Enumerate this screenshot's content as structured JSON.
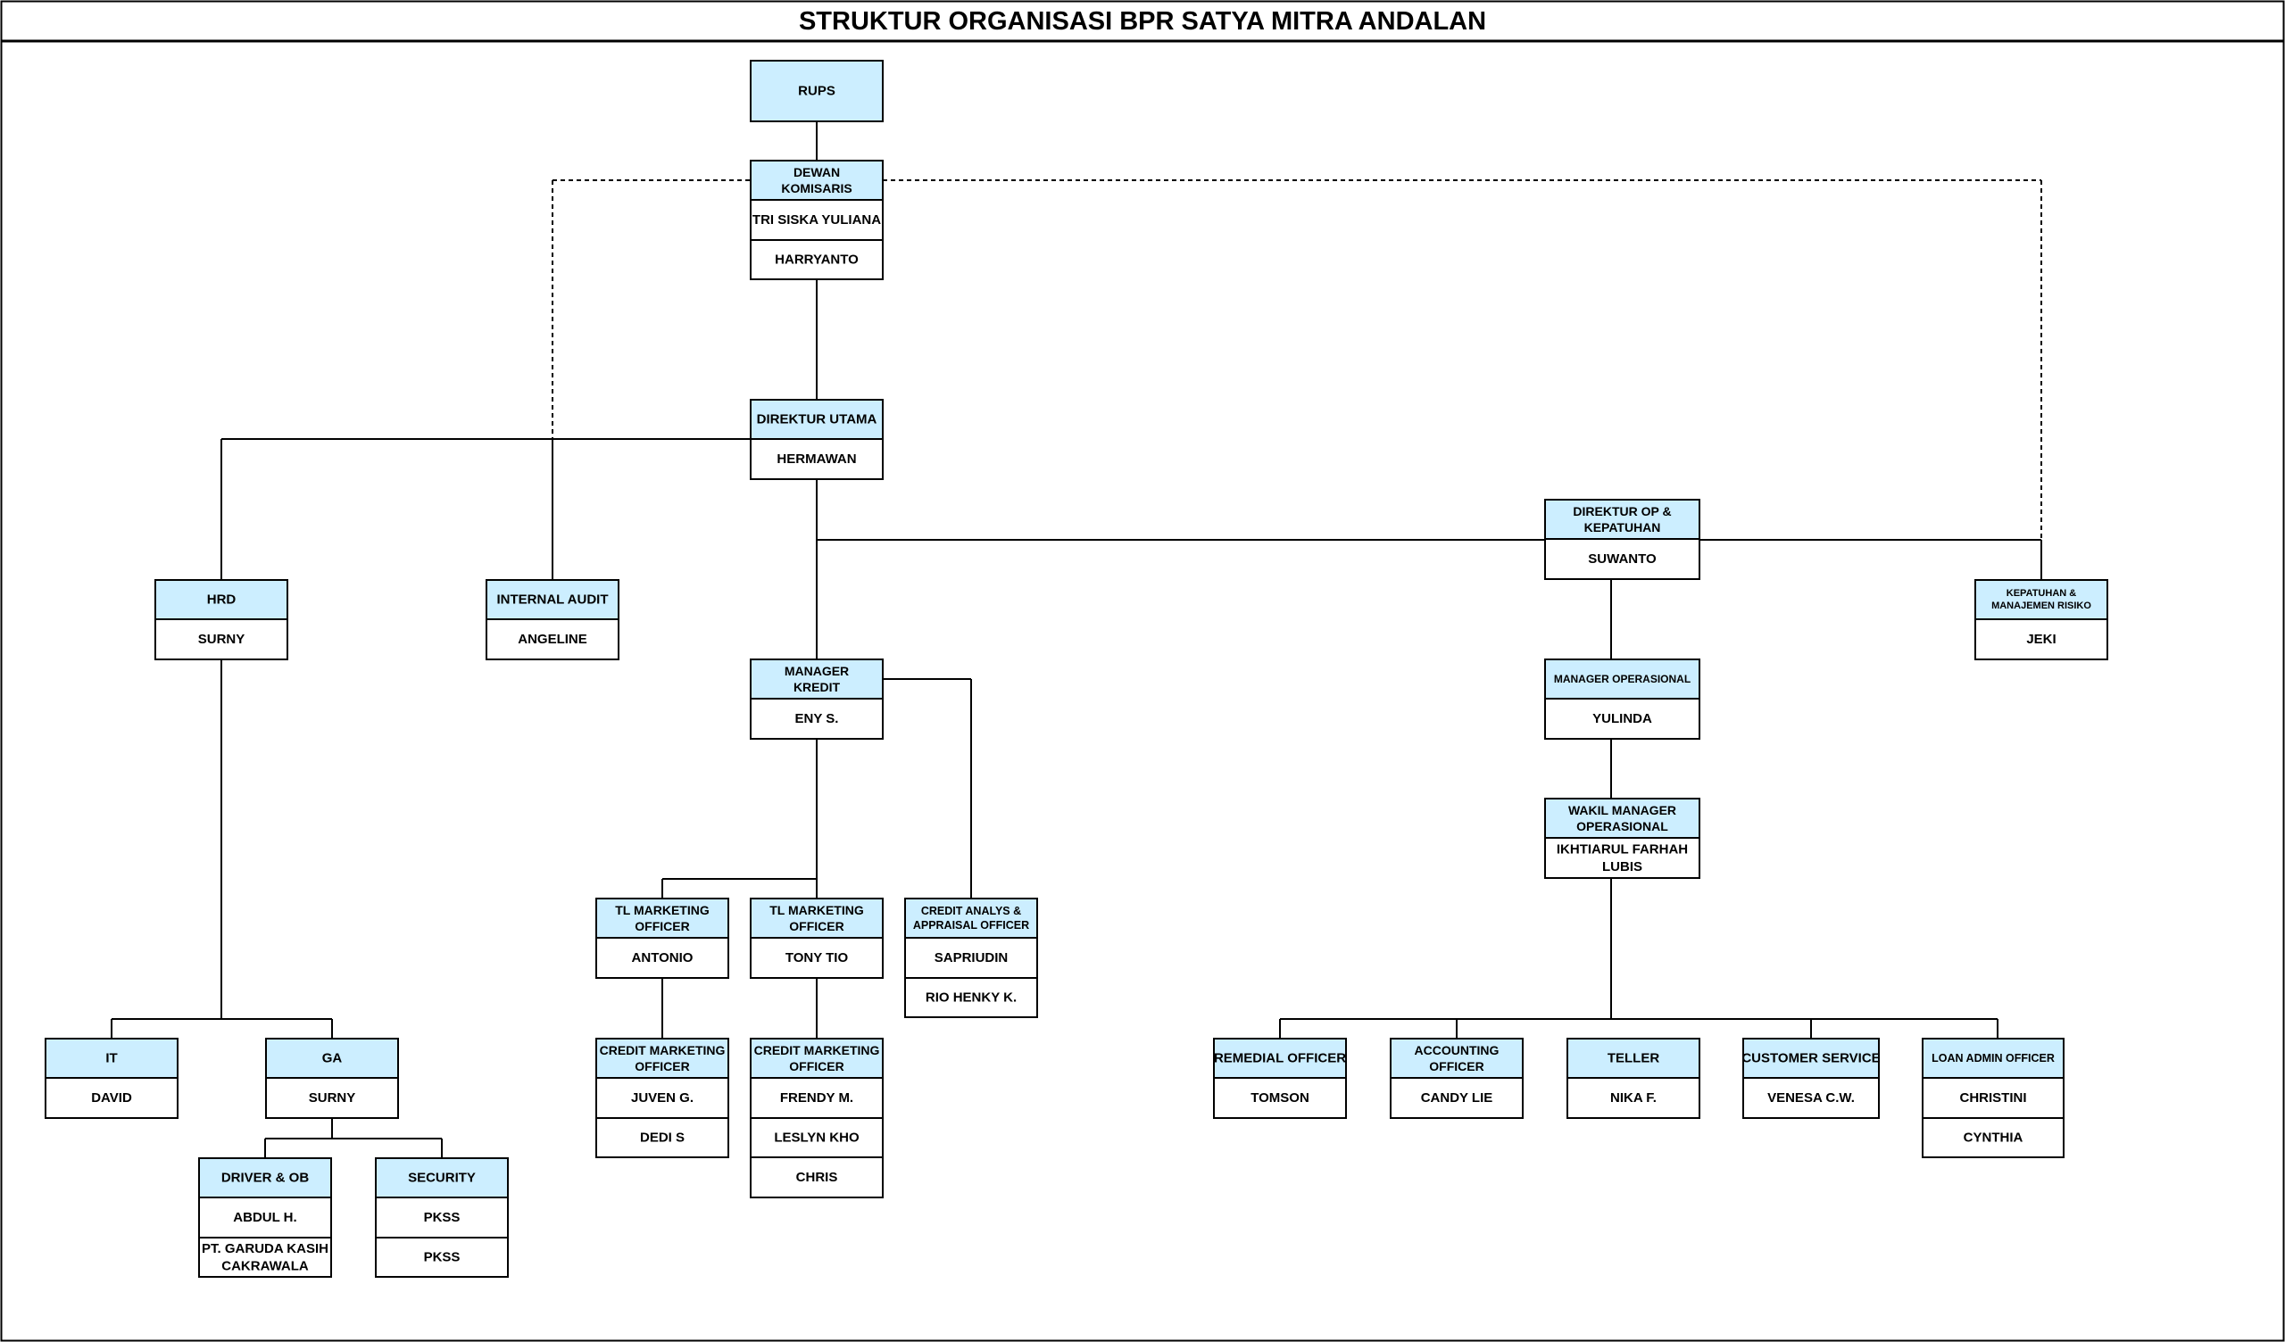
{
  "title": "STRUKTUR ORGANISASI BPR SATYA MITRA ANDALAN",
  "colors": {
    "header_fill": "#cceeff",
    "line": "#000000",
    "background": "#ffffff"
  },
  "boxes": {
    "rups": {
      "header": [
        "RUPS"
      ],
      "people": []
    },
    "dewan_komisaris": {
      "header": [
        "DEWAN",
        "KOMISARIS"
      ],
      "people": [
        [
          "TRI SISKA YULIANA"
        ],
        [
          "HARRYANTO"
        ]
      ]
    },
    "direktur_utama": {
      "header": [
        "DIREKTUR UTAMA"
      ],
      "people": [
        [
          "HERMAWAN"
        ]
      ]
    },
    "direktur_op": {
      "header": [
        "DIREKTUR OP &",
        "KEPATUHAN"
      ],
      "people": [
        [
          "SUWANTO"
        ]
      ]
    },
    "hrd": {
      "header": [
        "HRD"
      ],
      "people": [
        [
          "SURNY"
        ]
      ]
    },
    "internal_audit": {
      "header": [
        "INTERNAL AUDIT"
      ],
      "people": [
        [
          "ANGELINE"
        ]
      ]
    },
    "kepatuhan": {
      "header": [
        "KEPATUHAN &",
        "MANAJEMEN RISIKO"
      ],
      "people": [
        [
          "JEKI"
        ]
      ]
    },
    "manager_kredit": {
      "header": [
        "MANAGER",
        "KREDIT"
      ],
      "people": [
        [
          "ENY S."
        ]
      ]
    },
    "manager_operasional": {
      "header": [
        "MANAGER OPERASIONAL"
      ],
      "people": [
        [
          "YULINDA"
        ]
      ]
    },
    "wakil_manager": {
      "header": [
        "WAKIL MANAGER",
        "OPERASIONAL"
      ],
      "people": [
        [
          "IKHTIARUL FARHAH",
          "LUBIS"
        ]
      ]
    },
    "tl_marketing_1": {
      "header": [
        "TL MARKETING",
        "OFFICER"
      ],
      "people": [
        [
          "ANTONIO"
        ]
      ]
    },
    "tl_marketing_2": {
      "header": [
        "TL MARKETING",
        "OFFICER"
      ],
      "people": [
        [
          "TONY TIO"
        ]
      ]
    },
    "credit_analys": {
      "header": [
        "CREDIT ANALYS &",
        "APPRAISAL OFFICER"
      ],
      "people": [
        [
          "SAPRIUDIN"
        ],
        [
          "RIO HENKY K."
        ]
      ]
    },
    "credit_marketing_1": {
      "header": [
        "CREDIT MARKETING",
        "OFFICER"
      ],
      "people": [
        [
          "JUVEN G."
        ],
        [
          "DEDI S"
        ]
      ]
    },
    "credit_marketing_2": {
      "header": [
        "CREDIT MARKETING",
        "OFFICER"
      ],
      "people": [
        [
          "FRENDY M."
        ],
        [
          "LESLYN KHO"
        ],
        [
          "CHRIS"
        ]
      ]
    },
    "it": {
      "header": [
        "IT"
      ],
      "people": [
        [
          "DAVID"
        ]
      ]
    },
    "ga": {
      "header": [
        "GA"
      ],
      "people": [
        [
          "SURNY"
        ]
      ]
    },
    "driver_ob": {
      "header": [
        "DRIVER & OB"
      ],
      "people": [
        [
          "ABDUL H."
        ],
        [
          "PT. GARUDA KASIH",
          "CAKRAWALA"
        ]
      ]
    },
    "security": {
      "header": [
        "SECURITY"
      ],
      "people": [
        [
          "PKSS"
        ],
        [
          "PKSS"
        ]
      ]
    },
    "remedial": {
      "header": [
        "REMEDIAL OFFICER"
      ],
      "people": [
        [
          "TOMSON"
        ]
      ]
    },
    "accounting": {
      "header": [
        "ACCOUNTING",
        "OFFICER"
      ],
      "people": [
        [
          "CANDY LIE"
        ]
      ]
    },
    "teller": {
      "header": [
        "TELLER"
      ],
      "people": [
        [
          "NIKA F."
        ]
      ]
    },
    "customer_service": {
      "header": [
        "CUSTOMER SERVICE"
      ],
      "people": [
        [
          "VENESA C.W."
        ]
      ]
    },
    "loan_admin": {
      "header": [
        "LOAN ADMIN OFFICER"
      ],
      "people": [
        [
          "CHRISTINI"
        ],
        [
          "CYNTHIA"
        ]
      ]
    }
  }
}
